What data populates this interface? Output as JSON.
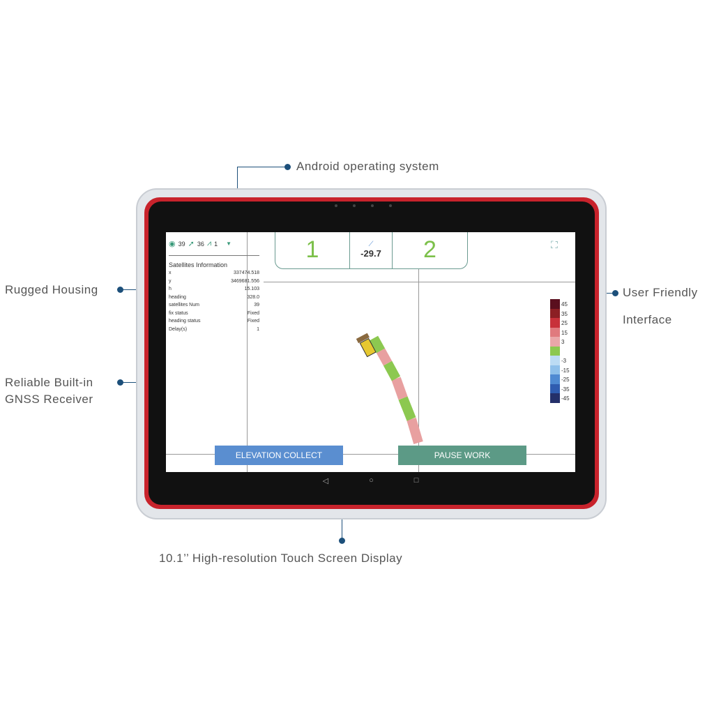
{
  "callouts": {
    "android": "Android operating system",
    "rugged": "Rugged Housing",
    "gnss_1": "Reliable Built-in",
    "gnss_2": "GNSS Receiver",
    "ui_1": "User Friendly",
    "ui_2": "Interface",
    "display": "10.1’’ High-resolution Touch Screen Display"
  },
  "status": {
    "location": "39",
    "navigation": "36",
    "signal": "1"
  },
  "satellites": {
    "title": "Satellites Information",
    "rows": [
      {
        "k": "x",
        "v": "337474.518"
      },
      {
        "k": "y",
        "v": "3469681.556"
      },
      {
        "k": "h",
        "v": "15.103"
      },
      {
        "k": "heading",
        "v": "328.0"
      },
      {
        "k": "satellites Num",
        "v": "39"
      },
      {
        "k": "fix status",
        "v": "Fixed"
      },
      {
        "k": "heading status",
        "v": "Fixed"
      },
      {
        "k": "Delay(s)",
        "v": "1"
      }
    ]
  },
  "top": {
    "left": "1",
    "value": "-29.7",
    "right": "2"
  },
  "legend": [
    {
      "label": "45",
      "color": "#5a0f1e"
    },
    {
      "label": "35",
      "color": "#8c1f24"
    },
    {
      "label": "25",
      "color": "#c8313a"
    },
    {
      "label": "15",
      "color": "#e07a7e"
    },
    {
      "label": "3",
      "color": "#eaa7a9"
    },
    {
      "label": "",
      "color": "#8cc850"
    },
    {
      "label": "-3",
      "color": "#bcdcf4"
    },
    {
      "label": "-15",
      "color": "#8fc0ea"
    },
    {
      "label": "-25",
      "color": "#4f8ad2"
    },
    {
      "label": "-35",
      "color": "#2f5cb0"
    },
    {
      "label": "-45",
      "color": "#24306a"
    }
  ],
  "buttons": {
    "elevation": "ELEVATION COLLECT",
    "pause": "PAUSE WORK"
  },
  "colors": {
    "accent": "#1c4f7a",
    "bezel": "#c8232c",
    "green": "#7cc04a"
  }
}
